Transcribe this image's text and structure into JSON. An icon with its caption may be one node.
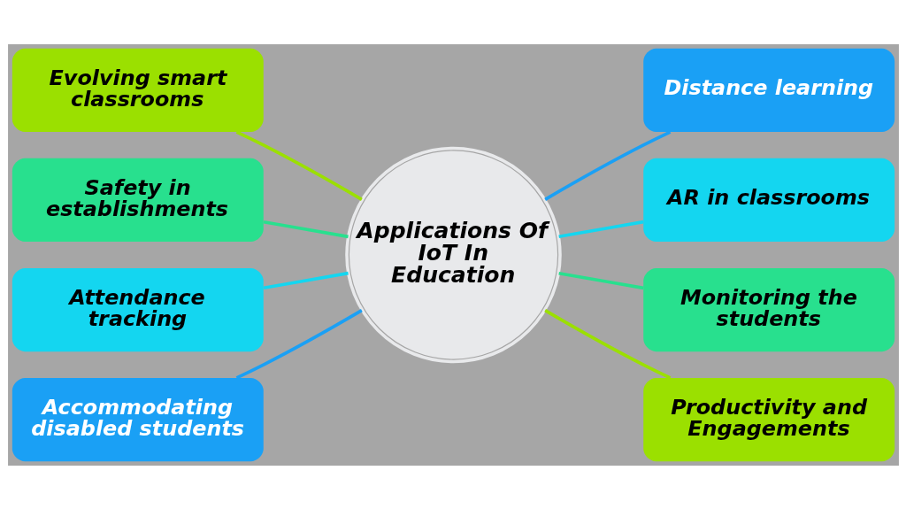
{
  "diagram": {
    "nodes": [
      {
        "text": [
          "Applications Of IoT In Education"
        ]
      },
      {
        "text": [
          "Evolving smart classrooms"
        ]
      },
      {
        "text": [
          "Safety in establishments"
        ]
      },
      {
        "text": [
          "Attendance tracking"
        ]
      },
      {
        "text": [
          "Accommodating disabled students"
        ]
      },
      {
        "text": [
          "Distance learning"
        ]
      },
      {
        "text": [
          "AR in classrooms"
        ]
      },
      {
        "text": [
          "Monitoring the students"
        ]
      },
      {
        "text": [
          "Productivity and Engagements"
        ]
      }
    ],
    "edges": [
      {
        "from": 1,
        "to": 0,
        "arrow": "none",
        "color": "#9be000"
      },
      {
        "from": 2,
        "to": 0,
        "arrow": "none",
        "color": "#28e08e"
      },
      {
        "from": 3,
        "to": 0,
        "arrow": "none",
        "color": "#14d6f0"
      },
      {
        "from": 4,
        "to": 0,
        "arrow": "none",
        "color": "#1aa0f5"
      },
      {
        "from": 0,
        "to": 5,
        "arrow": "none",
        "color": "#1aa0f5"
      },
      {
        "from": 0,
        "to": 6,
        "arrow": "none",
        "color": "#14d6f0"
      },
      {
        "from": 0,
        "to": 7,
        "arrow": "none",
        "color": "#28e08e"
      },
      {
        "from": 0,
        "to": 8,
        "arrow": "none",
        "color": "#9be000"
      }
    ]
  }
}
